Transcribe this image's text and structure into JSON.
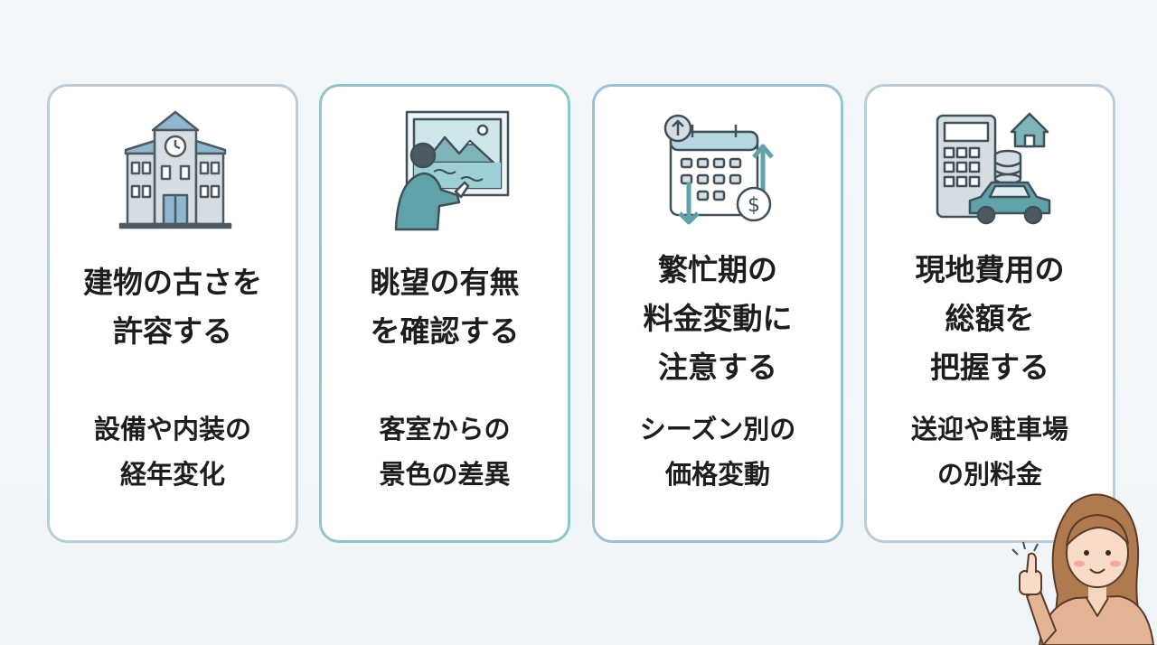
{
  "cards": [
    {
      "icon": "building-icon",
      "title": [
        "建物の古さを",
        "許容する"
      ],
      "sub": [
        "設備や内装の",
        "経年変化"
      ]
    },
    {
      "icon": "scenic-view-icon",
      "title": [
        "眺望の有無",
        "を確認する"
      ],
      "sub": [
        "客室からの",
        "景色の差異"
      ]
    },
    {
      "icon": "calendar-price-icon",
      "title": [
        "繁忙期の",
        "料金変動に",
        "注意する"
      ],
      "sub": [
        "シーズン別の",
        "価格変動"
      ]
    },
    {
      "icon": "calculator-cost-icon",
      "title": [
        "現地費用の",
        "総額を",
        "把握する"
      ],
      "sub": [
        "送迎や駐車場",
        "の別料金"
      ]
    }
  ],
  "colors": {
    "teal": "#5fa3a8",
    "border": "#b9ccd8",
    "icon_fill": "#d6dde3",
    "icon_stroke": "#4d5a64"
  },
  "mascot": "woman-thumbs-up-icon"
}
